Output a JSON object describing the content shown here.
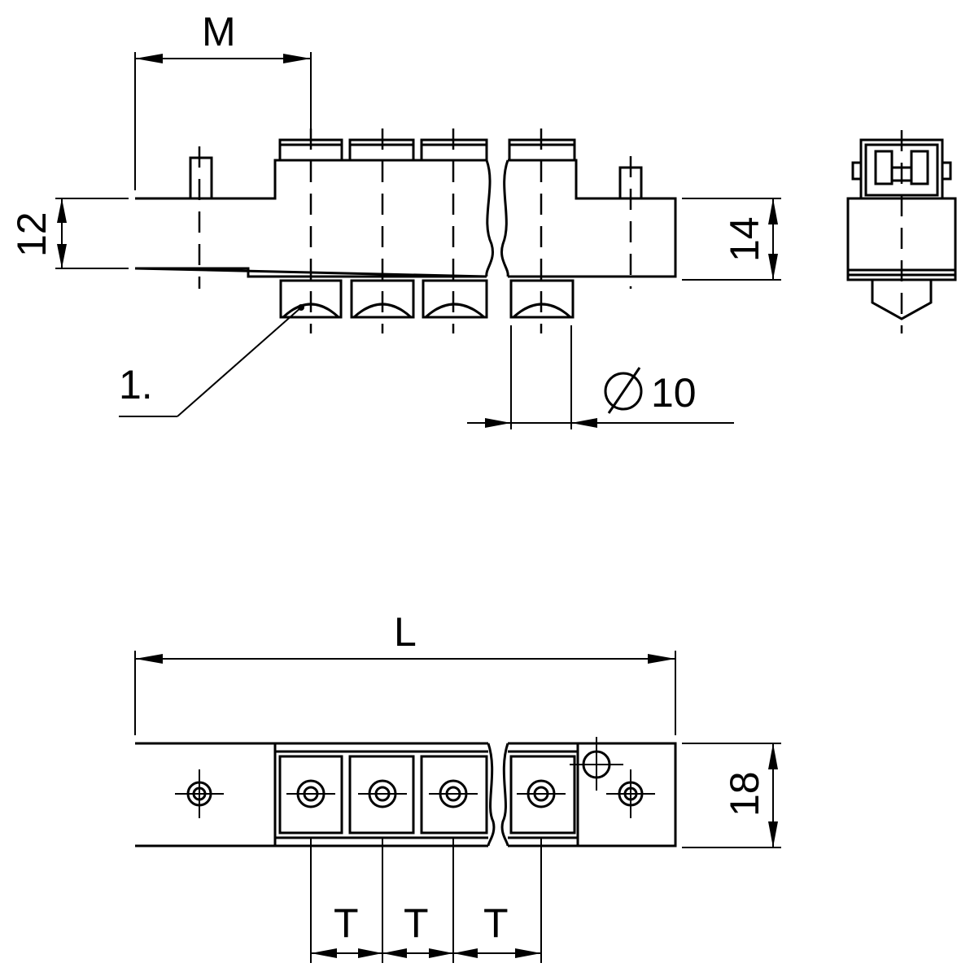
{
  "labels": {
    "dim_M": "M",
    "dim_12": "12",
    "dim_14": "14",
    "dim_diameter": "10",
    "callout_1": "1.",
    "dim_L": "L",
    "dim_18": "18",
    "dim_T1": "T",
    "dim_T2": "T",
    "dim_T3": "T"
  },
  "icons": {
    "diameter_symbol": "diameter-icon"
  }
}
